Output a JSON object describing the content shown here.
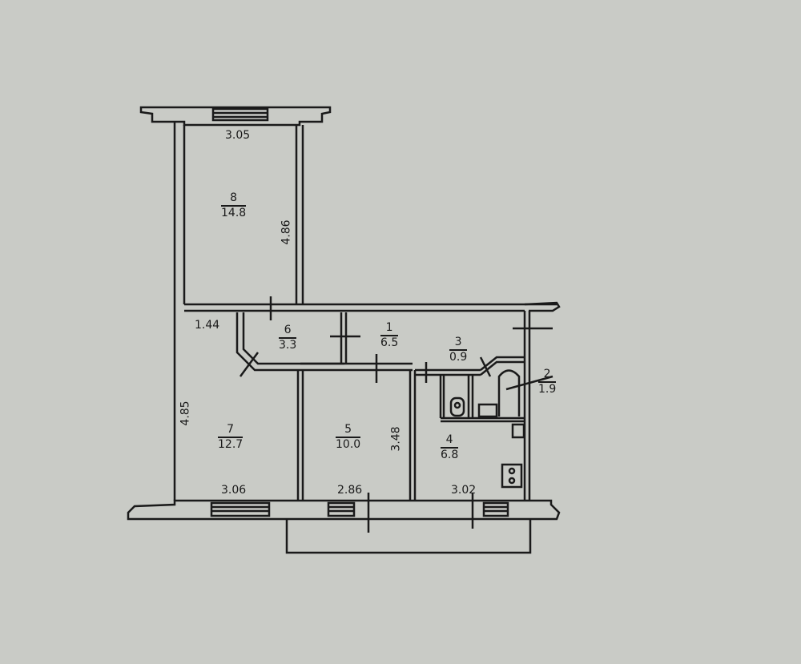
{
  "plan": {
    "type": "apartment floor plan",
    "background_color": "#c9cbc6",
    "line_color": "#1a1a1a",
    "rooms": [
      {
        "id": "8",
        "area": "14.8"
      },
      {
        "id": "6",
        "area": "3.3"
      },
      {
        "id": "1",
        "area": "6.5"
      },
      {
        "id": "3",
        "area": "0.9"
      },
      {
        "id": "2",
        "area": "1.9"
      },
      {
        "id": "7",
        "area": "12.7"
      },
      {
        "id": "5",
        "area": "10.0"
      },
      {
        "id": "4",
        "area": "6.8"
      }
    ],
    "dimensions": {
      "room8_width": "3.05",
      "room8_length": "4.86",
      "corridor_width": "1.44",
      "room7_length": "4.85",
      "room7_width": "3.06",
      "room5_width": "2.86",
      "room5_length": "3.48",
      "room4_width": "3.02"
    }
  }
}
